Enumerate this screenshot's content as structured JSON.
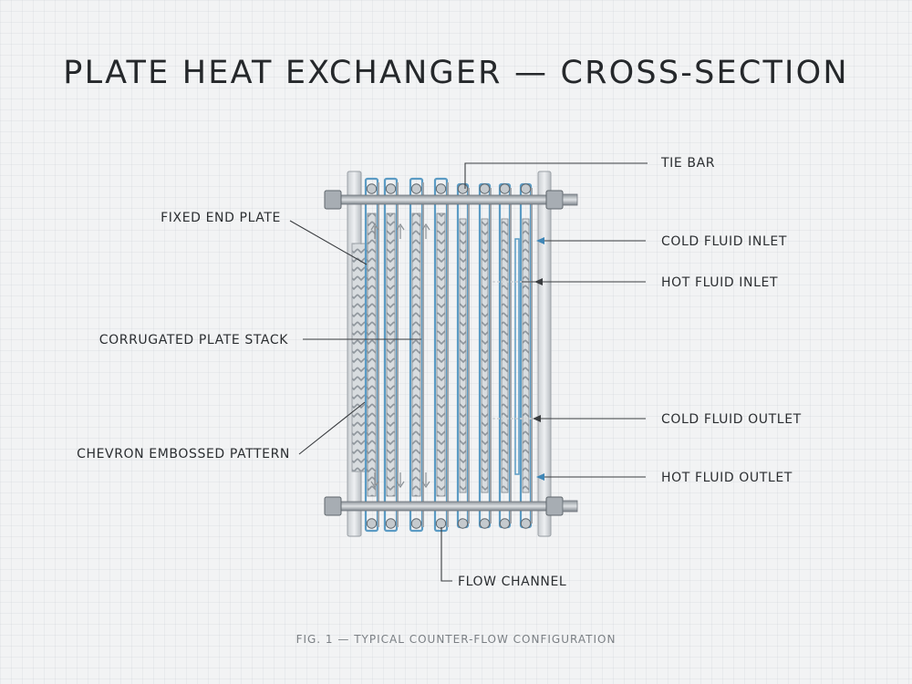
{
  "title": "PLATE HEAT EXCHANGER — CROSS-SECTION",
  "labels": {
    "tie_bar": "TIE BAR",
    "fixed_end_plate": "FIXED END PLATE",
    "cold_fluid_inlet": "COLD FLUID INLET",
    "hot_fluid_inlet": "HOT FLUID INLET",
    "corrugated_plate_stack": "CORRUGATED PLATE STACK",
    "cold_fluid_outlet": "COLD FLUID OUTLET",
    "chevron_embossed_pattern": "CHEVRON EMBOSSED PATTERN",
    "hot_fluid_outlet": "HOT FLUID OUTLET",
    "flow_channel": "FLOW CHANNEL"
  },
  "caption": "FIG. 1 — TYPICAL COUNTER-FLOW CONFIGURATION",
  "colors": {
    "cold_blue": "#5b9bc4",
    "steel": "#b9bec3",
    "dark_steel": "#6e757c",
    "leader": "#3a3d40"
  }
}
